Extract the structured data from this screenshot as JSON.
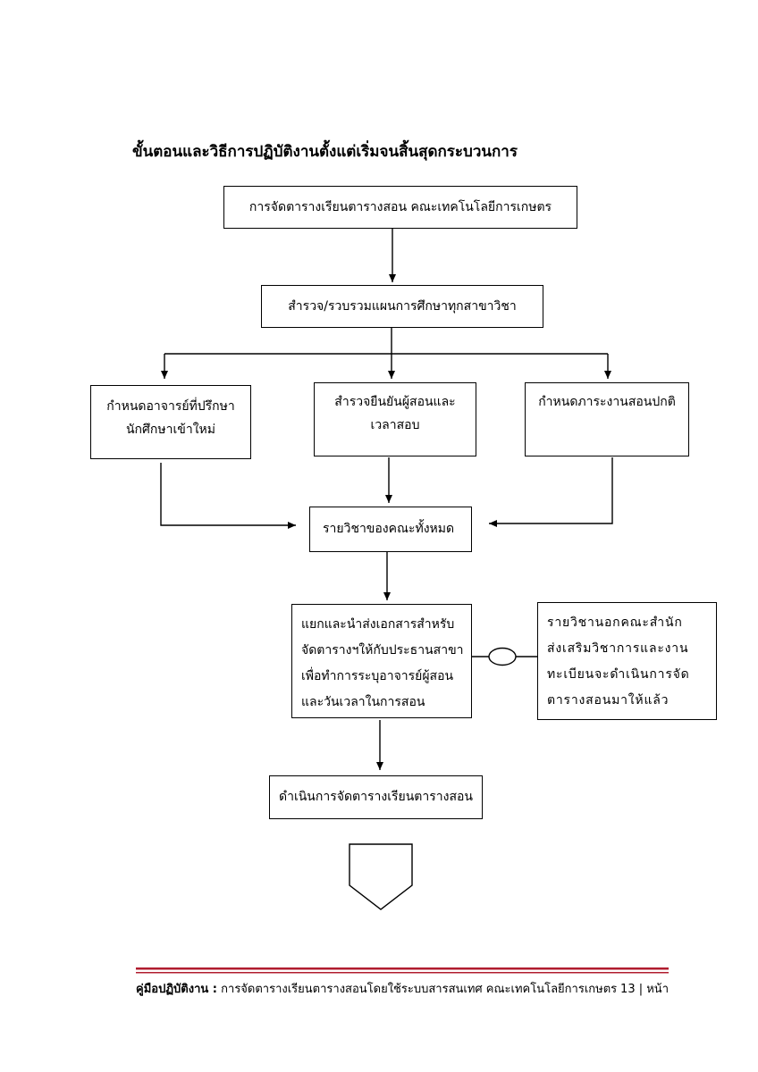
{
  "heading": "ขั้นตอนและวิธีการปฏิบัติงานตั้งแต่เริ่มจนสิ้นสุดกระบวนการ",
  "flowchart": {
    "start": "การจัดตารางเรียนตารางสอน คณะเทคโนโลยีการเกษตร",
    "survey": "สำรวจ/รวบรวมแผนการศึกษาทุกสาขาวิชา",
    "branch_left": [
      "กำหนดอาจารย์ที่ปรึกษา",
      "นักศึกษาเข้าใหม่"
    ],
    "branch_center": [
      "สำรวจยืนยันผู้สอนและ",
      "เวลาสอบ"
    ],
    "branch_right": [
      "กำหนดภาระงานสอนปกติ"
    ],
    "all_courses": "รายวิชาของคณะทั้งหมด",
    "distribute": [
      "แยกและนำส่งเอกสารสำหรับ",
      "จัดตารางฯให้กับประธานสาขา",
      "เพื่อทำการระบุอาจารย์ผู้สอน",
      "และวันเวลาในการสอน"
    ],
    "side_note": [
      "รายวิชานอกคณะสำนัก",
      "ส่งเสริมวิชาการและงาน",
      "ทะเบียนจะดำเนินการจัด",
      "ตารางสอนมาให้แล้ว"
    ],
    "process": "ดำเนินการจัดตารางเรียนตารางสอน"
  },
  "footer": {
    "label": "คู่มือปฏิบัติงาน :",
    "text": "การจัดตารางเรียนตารางสอนโดยใช้ระบบสารสนเทศ คณะเทคโนโลยีการเกษตร",
    "page": "13 | หน้า"
  },
  "colors": {
    "footer_rule": "#b01c2e",
    "line": "#000000"
  }
}
